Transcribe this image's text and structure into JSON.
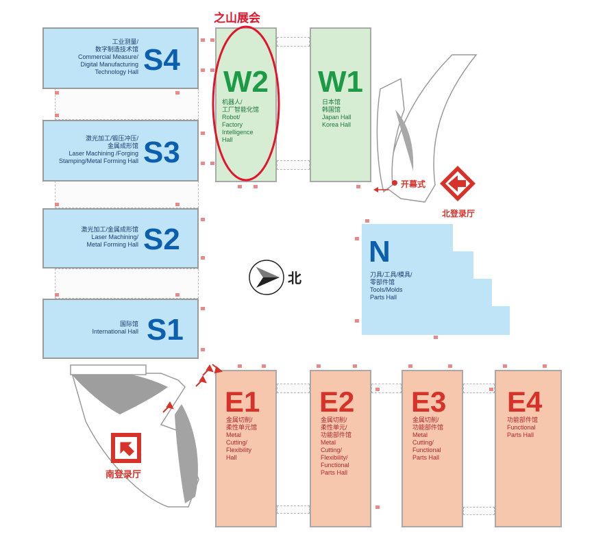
{
  "highlight_label": "之山展会",
  "halls": {
    "s4": {
      "code": "S4",
      "lines": [
        "工业测量/",
        "数字制造技术馆",
        "Commercial Measure/",
        "Digital Manufacturing",
        "Technology Hall"
      ]
    },
    "s3": {
      "code": "S3",
      "lines": [
        "激光加工/锻压冲压/",
        "金属成形馆",
        "Laser Machining /Forging",
        "Stamping/Metal Forming Hall"
      ]
    },
    "s2": {
      "code": "S2",
      "lines": [
        "激光加工/金属成形馆",
        "Laser Machining/",
        "Metal Forming Hall"
      ]
    },
    "s1": {
      "code": "S1",
      "lines": [
        "国际馆",
        "International Hall"
      ]
    },
    "w2": {
      "code": "W2",
      "lines": [
        "机器人/",
        "工厂智能化馆",
        "Robot/",
        "Factory",
        "Intelligence",
        "Hall"
      ]
    },
    "w1": {
      "code": "W1",
      "lines": [
        "日本馆",
        "韩国馆",
        "Japan Hall",
        "Korea Hall"
      ]
    },
    "n": {
      "code": "N",
      "lines": [
        "刀具/工具/模具/",
        "零部件馆",
        "Tools/Molds",
        "Parts Hall"
      ]
    },
    "e1": {
      "code": "E1",
      "lines": [
        "金属切削/",
        "柔性单元馆",
        "Metal",
        "Cutting/",
        "Flexibility",
        "Hall"
      ]
    },
    "e2": {
      "code": "E2",
      "lines": [
        "金属切削/",
        "柔性单元/",
        "功能部件馆",
        "Metal",
        "Cutting/",
        "Flexibility/",
        "Functional",
        "Parts Hall"
      ]
    },
    "e3": {
      "code": "E3",
      "lines": [
        "金属切削/",
        "功能部件馆",
        "Metal",
        "Cutting/",
        "Functional",
        "Parts Hall"
      ]
    },
    "e4": {
      "code": "E4",
      "lines": [
        "功能部件馆",
        "Functional",
        "Parts Hall"
      ]
    }
  },
  "opening_label": "开幕式",
  "north_lobby_label": "北登录厅",
  "south_lobby_label": "南登录厅",
  "compass_label": "北",
  "colors": {
    "s_halls": "#bfe4f7",
    "w_halls": "#d6ecd3",
    "e_halls": "#f7c7ad",
    "accent_red": "#d7322a"
  }
}
